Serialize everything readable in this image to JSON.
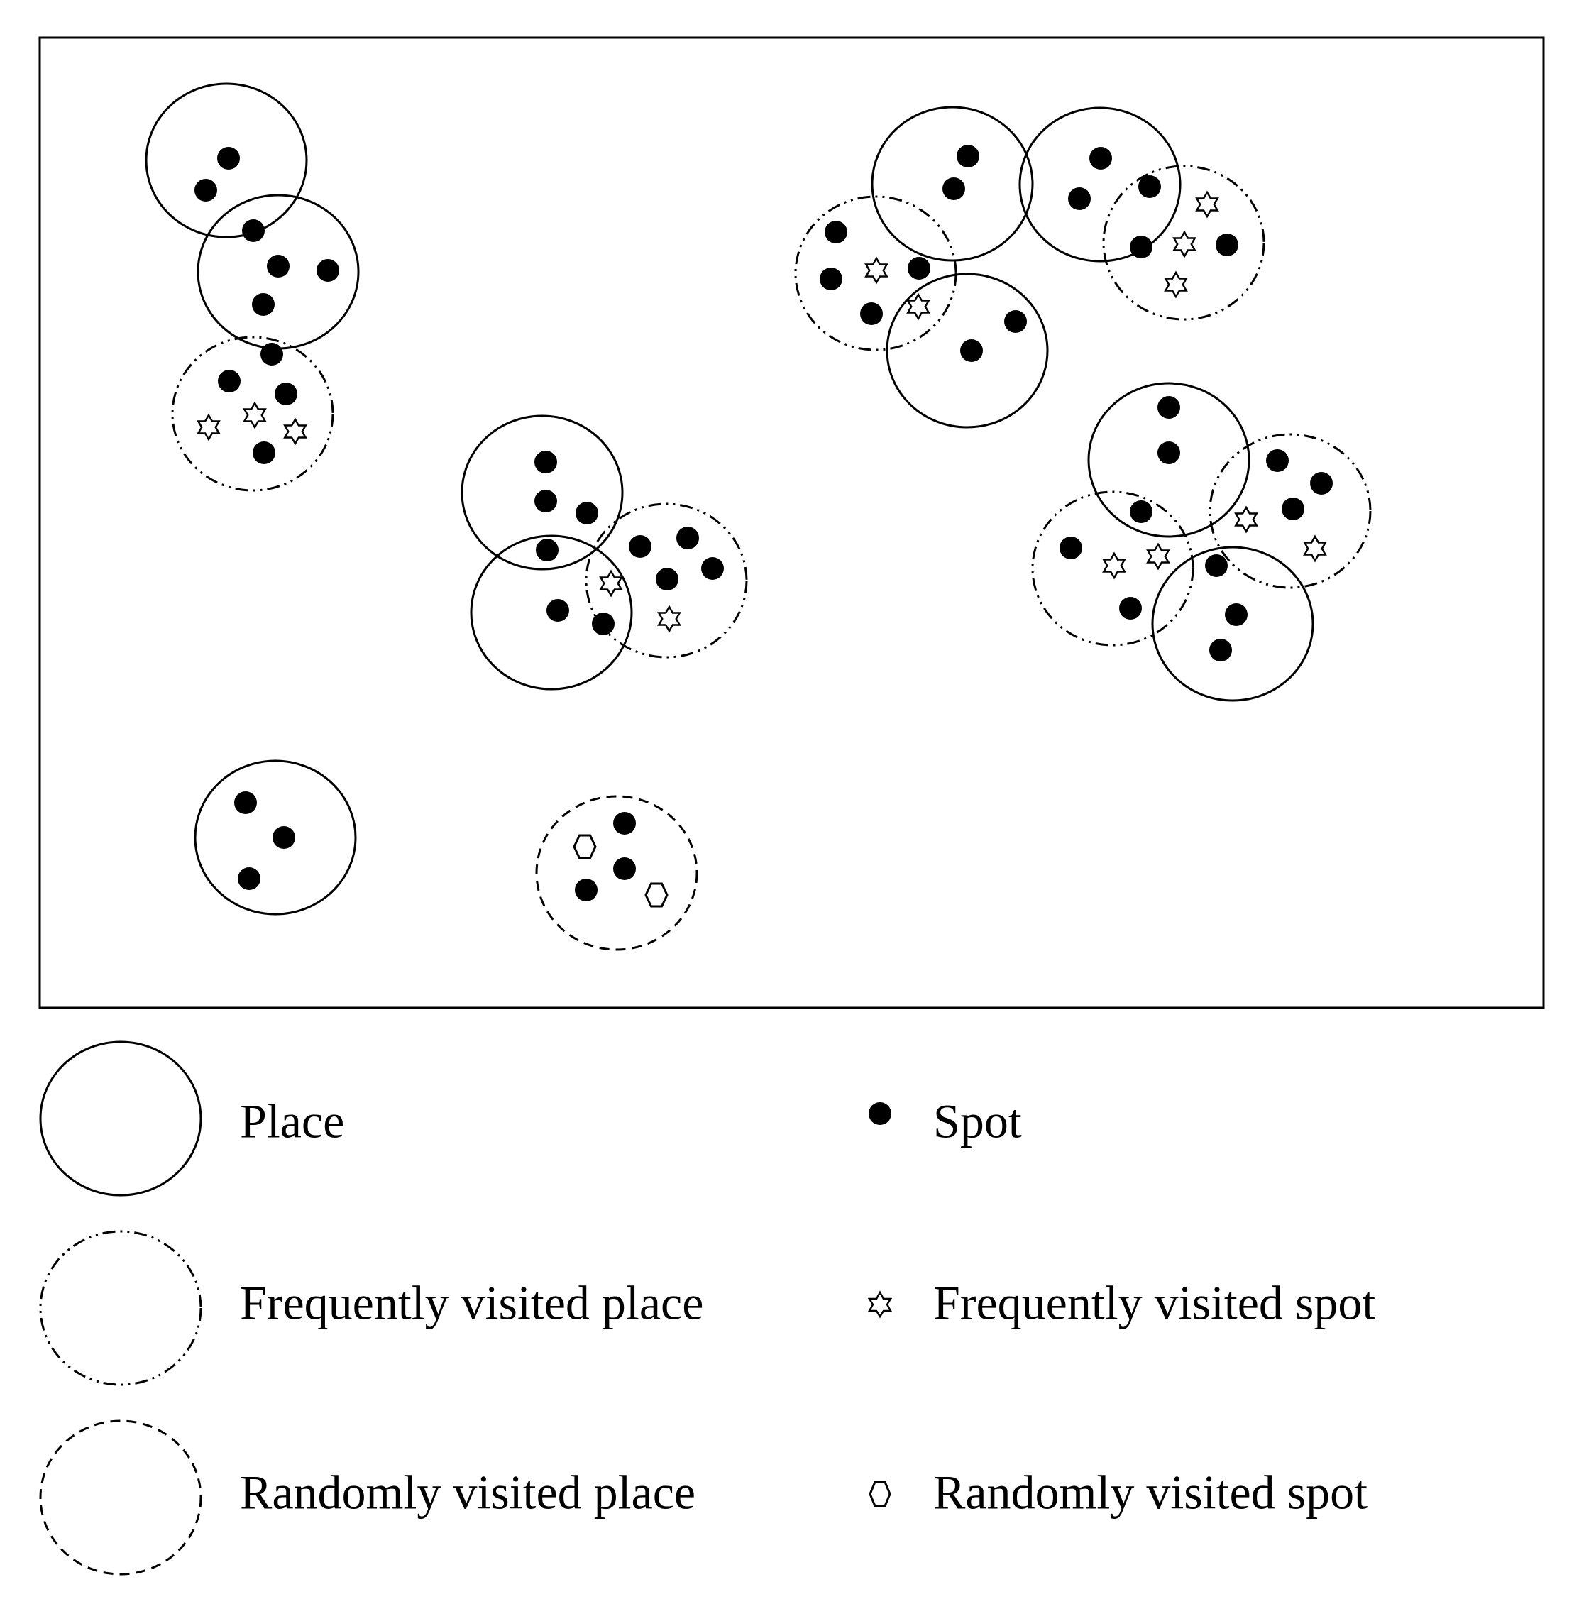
{
  "legend": {
    "place": "Place",
    "frequently_visited_place": "Frequently visited place",
    "randomly_visited_place": "Randomly visited place",
    "spot": "Spot",
    "frequently_visited_spot": "Frequently visited spot",
    "randomly_visited_spot": "Randomly visited spot"
  }
}
